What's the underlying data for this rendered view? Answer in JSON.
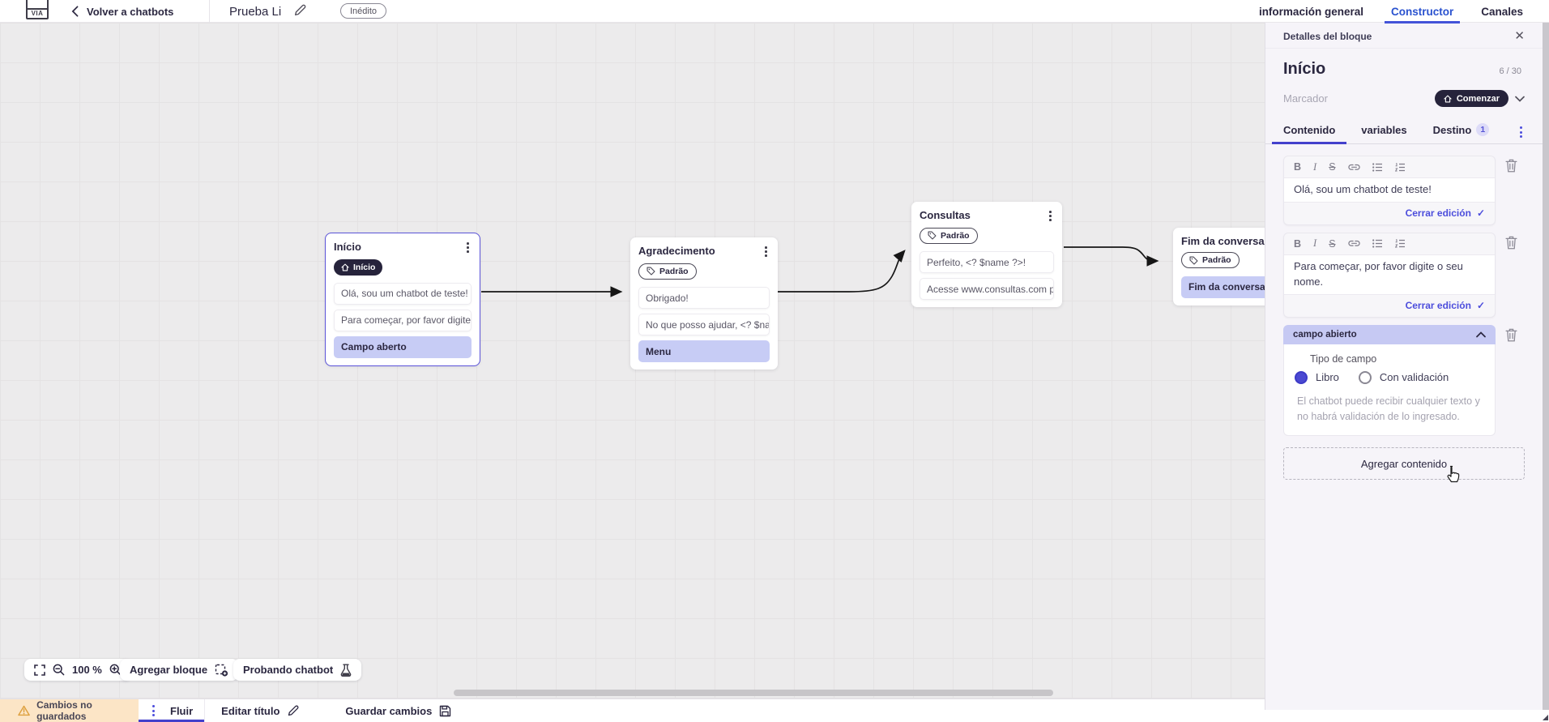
{
  "topbar": {
    "logo_text": "VIA",
    "back_label": "Volver a chatbots",
    "title": "Prueba Li",
    "status_badge": "Inédito",
    "tabs": {
      "general": "información general",
      "constructor": "Constructor",
      "channels": "Canales"
    }
  },
  "panel": {
    "header": "Detalles del bloque",
    "block_name": "Início",
    "counter": "6 / 30",
    "marker_label": "Marcador",
    "marker_value": "Comenzar",
    "tabs": {
      "content": "Contenido",
      "variables": "variables",
      "destination": "Destino",
      "destination_badge": "1"
    },
    "editor1": {
      "text": "Olá, sou um chatbot de teste!",
      "close_label": "Cerrar edición"
    },
    "editor2": {
      "text": "Para começar, por favor digite o seu nome.",
      "close_label": "Cerrar edición"
    },
    "open_field": {
      "header": "campo abierto",
      "type_label": "Tipo de campo",
      "option_free": "Libro",
      "option_validated": "Con validación",
      "help": "El chatbot puede recibir cualquier texto y no habrá validación de lo ingresado."
    },
    "add_content_label": "Agregar contenido"
  },
  "canvas": {
    "blocks": [
      {
        "title": "Início",
        "badge": "Início",
        "items": [
          "Olá, sou um chatbot de teste!",
          "Para começar, por favor digite o ...",
          "Campo aberto"
        ]
      },
      {
        "title": "Agradecimento",
        "badge": "Padrão",
        "items": [
          "Obrigado!",
          "No que posso ajudar, <? $name ...",
          "Menu"
        ]
      },
      {
        "title": "Consultas",
        "badge": "Padrão",
        "items": [
          "Perfeito, <? $name ?>!",
          "Acesse www.consultas.com par..."
        ]
      },
      {
        "title": "Fim da conversa",
        "badge": "Padrão",
        "items": [
          "Fim da conversa"
        ]
      }
    ],
    "toolbar": {
      "zoom_level": "100 %",
      "add_block_label": "Agregar bloque",
      "test_label": "Probando chatbot"
    }
  },
  "bottombar": {
    "unsaved_label": "Cambios no guardados",
    "flow_tab": "Fluir",
    "edit_title_label": "Editar título",
    "save_label": "Guardar cambios"
  },
  "icons": {
    "close": "✕",
    "check": "✓"
  },
  "colors": {
    "accent_indigo": "#4c4ddc",
    "tab_active_blue": "#2a52cf",
    "dark_pill": "#26233b",
    "highlight_periwinkle": "#c7ccf5",
    "warning_bg": "#fce5c6",
    "warning_icon": "#dd9f3d"
  }
}
